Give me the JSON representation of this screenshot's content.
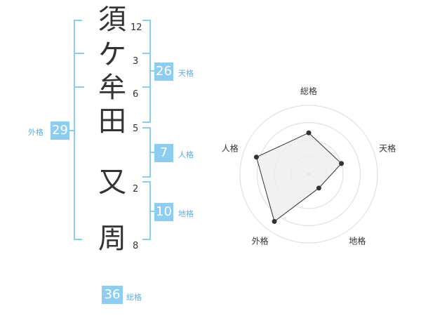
{
  "name": {
    "chars": [
      {
        "char": "須",
        "strokes": "12"
      },
      {
        "char": "ケ",
        "strokes": "3"
      },
      {
        "char": "牟",
        "strokes": "6"
      },
      {
        "char": "田",
        "strokes": "5"
      },
      {
        "char": "又",
        "strokes": "2"
      },
      {
        "char": "周",
        "strokes": "8"
      }
    ]
  },
  "fortunes": {
    "tenkaku": {
      "value": "26",
      "label": "天格"
    },
    "jinkaku": {
      "value": "7",
      "label": "人格"
    },
    "chikaku": {
      "value": "10",
      "label": "地格"
    },
    "gaikaku": {
      "value": "29",
      "label": "外格"
    },
    "soukaku": {
      "value": "36",
      "label": "総格"
    }
  },
  "colors": {
    "accent": "#8ecdf2",
    "caption": "#5aaee0",
    "ring": "#dddddd",
    "polygon_fill": "#eeeeee"
  },
  "chart_data": {
    "type": "radar",
    "axes": [
      "総格",
      "天格",
      "地格",
      "外格",
      "人格"
    ],
    "values": [
      0.6,
      0.5,
      0.25,
      0.85,
      0.8
    ],
    "rings": 4,
    "range": [
      0,
      1
    ]
  }
}
